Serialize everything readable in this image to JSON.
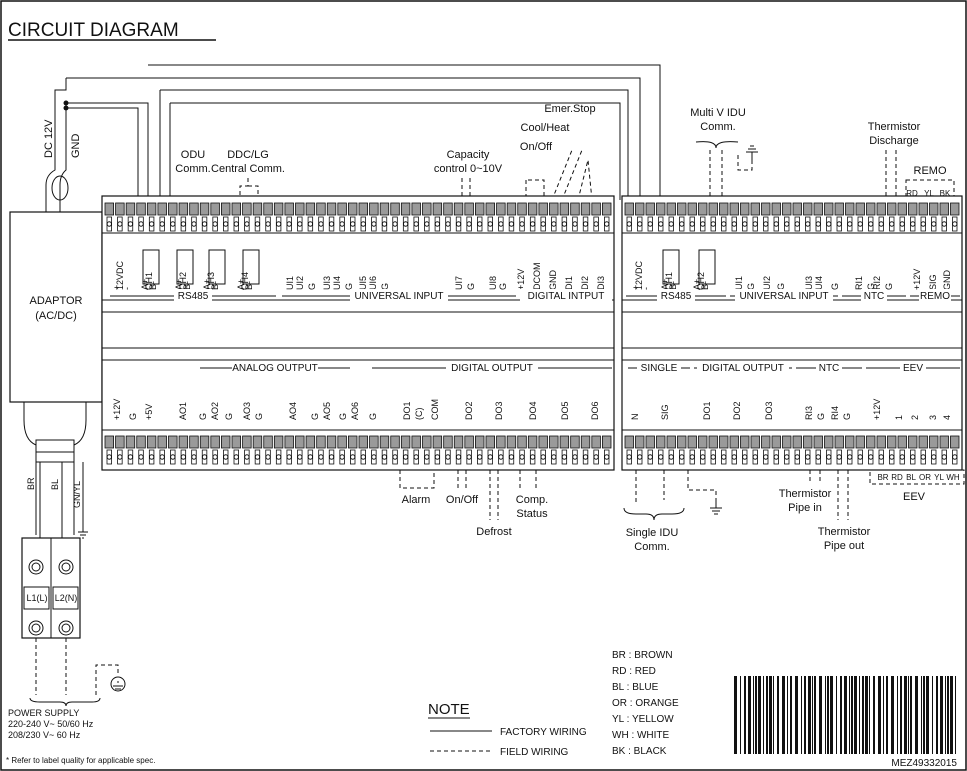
{
  "title": "CIRCUIT DIAGRAM",
  "power_leads": [
    "DC 12V",
    "GND"
  ],
  "adaptor": [
    "ADAPTOR",
    "(AC/DC)"
  ],
  "mains_leads": [
    "BR",
    "BL",
    "GN/YL"
  ],
  "terminal_block": [
    "L1(L)",
    "L2(N)"
  ],
  "power_supply": [
    "POWER SUPPLY",
    "220-240 V~ 50/60 Hz",
    "208/230 V~ 60 Hz"
  ],
  "footnote": "* Refer to label quality for applicable spec.",
  "top_callouts": {
    "odu": [
      "ODU",
      "Comm."
    ],
    "ddc": [
      "DDC/LG",
      "Central Comm."
    ],
    "capacity": [
      "Capacity",
      "control 0~10V"
    ],
    "emer": "Emer.Stop",
    "coolheat": "Cool/Heat",
    "onoff": "On/Off",
    "multiv": [
      "Multi V IDU",
      "Comm."
    ],
    "thermistor_discharge": [
      "Thermistor",
      "Discharge"
    ],
    "remo": "REMO"
  },
  "main_upper_pins": [
    "12VDC",
    "+",
    "-",
    "A+",
    "B-",
    "CH1",
    "A+",
    "B-",
    "CH2",
    "A+",
    "B-",
    "CH3",
    "A+",
    "B-",
    "CH4",
    "UI1",
    "UI2",
    "G",
    "UI3",
    "UI4",
    "G",
    "UI5",
    "UI6",
    "G",
    "UI7",
    "G",
    "UI8",
    "G",
    "+12V",
    "DCOM",
    "GND",
    "DI1",
    "DI2",
    "DI3"
  ],
  "main_upper_groups": [
    "RS485",
    "UNIVERSAL INPUT",
    "DIGITAL INTPUT"
  ],
  "main_lower_groups": [
    "ANALOG OUTPUT",
    "DIGITAL OUTPUT"
  ],
  "main_lower_pins": [
    "+12V",
    "G",
    "+5V",
    "AO1",
    "G",
    "AO2",
    "G",
    "AO3",
    "G",
    "AO4",
    "G",
    "AO5",
    "G",
    "AO6",
    "G",
    "DO1",
    "(C)",
    "COM",
    "DO2",
    "DO3",
    "DO4",
    "DO5",
    "DO6"
  ],
  "ext_upper_pins": [
    "12VDC",
    "+",
    "-",
    "A+",
    "B-",
    "CH1",
    "A+",
    "B-",
    "CH2",
    "UI1",
    "G",
    "UI2",
    "G",
    "UI3",
    "UI4",
    "G",
    "RI1",
    "G",
    "RI2",
    "G",
    "+12V",
    "SIG",
    "GND"
  ],
  "ext_upper_groups": [
    "RS485",
    "UNIVERSAL INPUT",
    "NTC",
    "REMO"
  ],
  "remo_colors": [
    "RD",
    "YL",
    "BK"
  ],
  "ext_lower_groups": [
    "SINGLE",
    "DIGITAL OUTPUT",
    "NTC",
    "EEV"
  ],
  "ext_lower_pins": [
    "N",
    "SIG",
    "DO1",
    "DO2",
    "DO3",
    "RI3",
    "G",
    "RI4",
    "G",
    "+12V",
    "1",
    "2",
    "3",
    "4"
  ],
  "eev_colors": [
    "BR",
    "RD",
    "BL",
    "OR",
    "YL",
    "WH"
  ],
  "bottom_callouts": {
    "alarm": "Alarm",
    "onoff": "On/Off",
    "defrost": "Defrost",
    "comp": [
      "Comp.",
      "Status"
    ],
    "single": [
      "Single IDU",
      "Comm."
    ],
    "pipe_in": [
      "Thermistor",
      "Pipe in"
    ],
    "pipe_out": [
      "Thermistor",
      "Pipe out"
    ],
    "eev": "EEV"
  },
  "note": {
    "heading": "NOTE",
    "factory": "FACTORY WIRING",
    "field": "FIELD WIRING"
  },
  "legend": [
    "BR : BROWN",
    "RD : RED",
    "BL : BLUE",
    "OR : ORANGE",
    "YL : YELLOW",
    "WH : WHITE",
    "BK : BLACK"
  ],
  "part_code": "MEZ49332015"
}
